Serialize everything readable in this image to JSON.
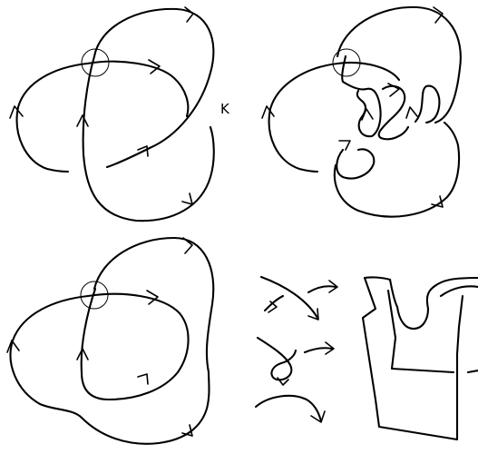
{
  "figure": {
    "knot_label": "K",
    "panels": [
      {
        "id": "original",
        "description_role": "diagram"
      },
      {
        "id": "stabilized",
        "description_role": "diagram"
      },
      {
        "id": "isotoped",
        "description_role": "diagram"
      },
      {
        "id": "local-moves",
        "description_role": "diagram"
      }
    ]
  }
}
